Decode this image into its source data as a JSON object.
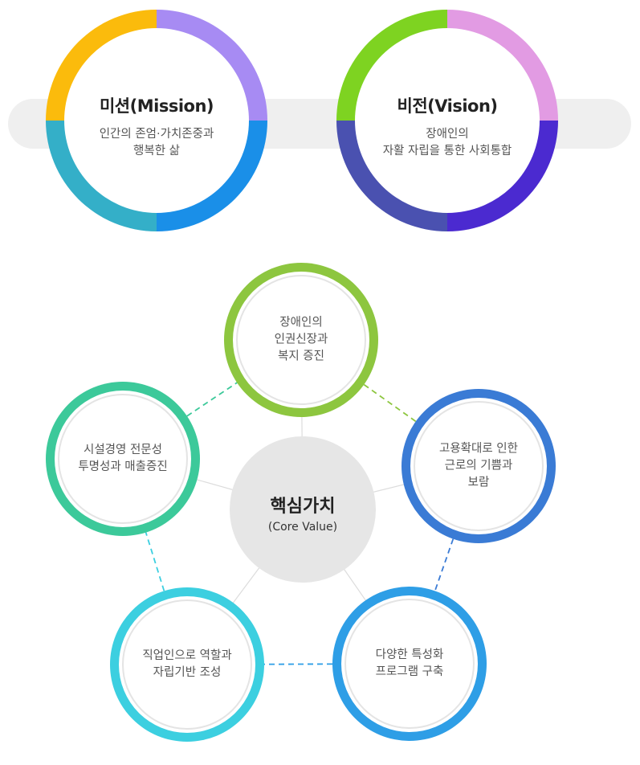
{
  "mission": {
    "title": "미션(Mission)",
    "desc_line1": "인간의 존엄·가치존중과",
    "desc_line2": "행복한 삶",
    "colors": [
      "#a78bf3",
      "#1a8fe8",
      "#34afc8",
      "#fbbb0c"
    ]
  },
  "vision": {
    "title": "비전(Vision)",
    "desc_line1": "장애인의",
    "desc_line2": "자활 자립을 통한 사회통합",
    "colors": [
      "#e29be3",
      "#4b2ad0",
      "#4a51b0",
      "#7ed321"
    ]
  },
  "core": {
    "title": "핵심가치",
    "subtitle": "(Core Value)"
  },
  "values": [
    {
      "line1": "장애인의",
      "line2": "인권신장과",
      "line3": "복지 증진",
      "color": "#8dc63f"
    },
    {
      "line1": "고용확대로 인한",
      "line2": "근로의 기쁨과",
      "line3": "보람",
      "color": "#3a7bd5"
    },
    {
      "line1": "다양한 특성화",
      "line2": "프로그램 구축",
      "line3": "",
      "color": "#2e9ee6"
    },
    {
      "line1": "직업인으로 역할과",
      "line2": "자립기반 조성",
      "line3": "",
      "color": "#3ccfe0"
    },
    {
      "line1": "시설경영 전문성",
      "line2": "투명성과 매출증진",
      "line3": "",
      "color": "#3cc99a"
    }
  ]
}
